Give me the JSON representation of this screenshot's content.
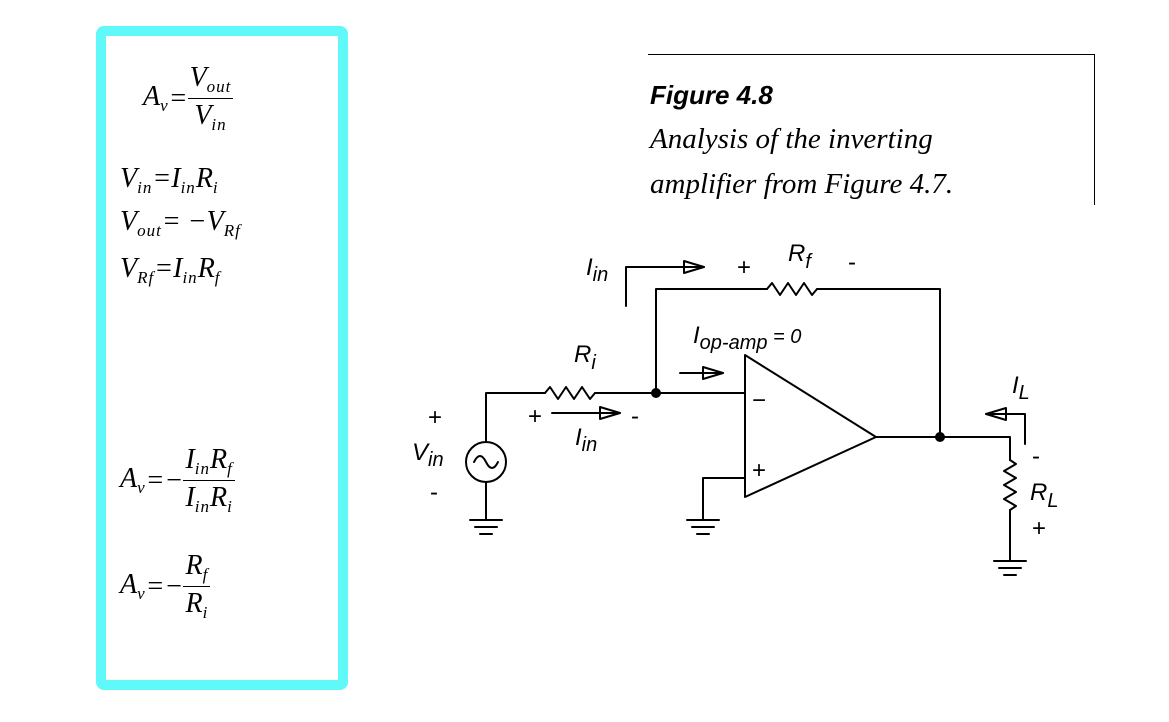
{
  "equations": {
    "av_symbol": "A",
    "v_sub": "v",
    "V": "V",
    "I": "I",
    "R": "R",
    "out_sub": "out",
    "in_sub": "in",
    "i_sub": "i",
    "f_sub": "f",
    "rf_sub": "Rf",
    "eq1_op": "=",
    "eq4_op": "=",
    "eq2_op": "=",
    "eq3_op": "= −",
    "neg_eq": "=−"
  },
  "figure": {
    "title": "Figure 4.8",
    "caption_line1": "Analysis of the inverting",
    "caption_line2": "amplifier from Figure 4.7."
  },
  "circuit": {
    "iin_top": "I",
    "iin_top_sub": "in",
    "rf_label": "R",
    "rf_sub": "f",
    "rf_plus": "+",
    "rf_minus": "-",
    "iopamp_label": "I",
    "iopamp_sub": "op-amp",
    "iopamp_value": " = 0",
    "ri_label": "R",
    "ri_sub": "i",
    "ri_plus": "+",
    "ri_minus": "-",
    "iin_bot": "I",
    "iin_bot_sub": "in",
    "vin_label": "V",
    "vin_sub": "in",
    "vin_plus": "+",
    "vin_minus": "-",
    "opamp_minus": "−",
    "opamp_plus": "+",
    "il_label": "I",
    "il_sub": "L",
    "rl_label": "R",
    "rl_sub": "L",
    "rl_minus": "-",
    "rl_plus": "+"
  }
}
